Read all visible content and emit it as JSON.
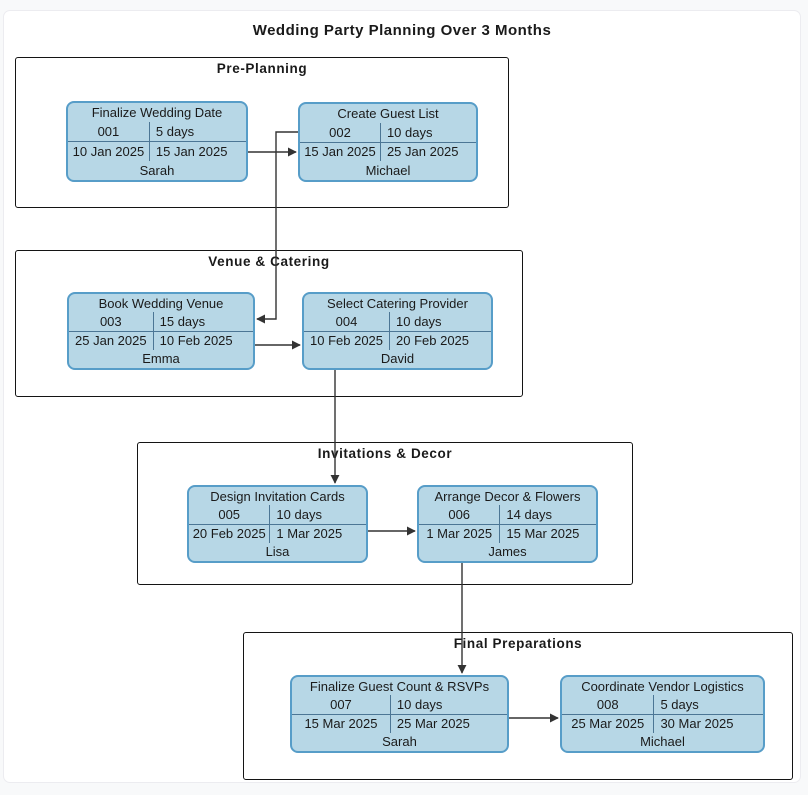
{
  "title": "Wedding Party Planning Over 3 Months",
  "groups": [
    {
      "name": "Pre-Planning",
      "tasks": [
        {
          "id": "001",
          "title": "Finalize Wedding Date",
          "duration": "5 days",
          "start": "10 Jan 2025",
          "end": "15 Jan 2025",
          "owner": "Sarah"
        },
        {
          "id": "002",
          "title": "Create Guest List",
          "duration": "10 days",
          "start": "15 Jan 2025",
          "end": "25 Jan 2025",
          "owner": "Michael"
        }
      ]
    },
    {
      "name": "Venue & Catering",
      "tasks": [
        {
          "id": "003",
          "title": "Book Wedding Venue",
          "duration": "15 days",
          "start": "25 Jan 2025",
          "end": "10 Feb 2025",
          "owner": "Emma"
        },
        {
          "id": "004",
          "title": "Select Catering Provider",
          "duration": "10 days",
          "start": "10 Feb 2025",
          "end": "20 Feb 2025",
          "owner": "David"
        }
      ]
    },
    {
      "name": "Invitations & Decor",
      "tasks": [
        {
          "id": "005",
          "title": "Design Invitation Cards",
          "duration": "10 days",
          "start": "20 Feb 2025",
          "end": "1 Mar 2025",
          "owner": "Lisa"
        },
        {
          "id": "006",
          "title": "Arrange Decor & Flowers",
          "duration": "14 days",
          "start": "1 Mar 2025",
          "end": "15 Mar 2025",
          "owner": "James"
        }
      ]
    },
    {
      "name": "Final Preparations",
      "tasks": [
        {
          "id": "007",
          "title": "Finalize Guest Count & RSVPs",
          "duration": "10 days",
          "start": "15 Mar 2025",
          "end": "25 Mar 2025",
          "owner": "Sarah"
        },
        {
          "id": "008",
          "title": "Coordinate Vendor Logistics",
          "duration": "5 days",
          "start": "25 Mar 2025",
          "end": "30 Mar 2025",
          "owner": "Michael"
        }
      ]
    }
  ],
  "edges": [
    {
      "from": "001",
      "to": "002"
    },
    {
      "from": "002",
      "to": "003"
    },
    {
      "from": "003",
      "to": "004"
    },
    {
      "from": "004",
      "to": "005"
    },
    {
      "from": "005",
      "to": "006"
    },
    {
      "from": "006",
      "to": "007"
    },
    {
      "from": "007",
      "to": "008"
    }
  ],
  "colors": {
    "node_fill": "#b7d7e6",
    "node_border": "#579dc8",
    "cell_line": "#4c7695",
    "edge_line": "#333333",
    "cluster_border": "#141414",
    "page_background": "#f8f9fa",
    "text": "#1a1a1a"
  }
}
